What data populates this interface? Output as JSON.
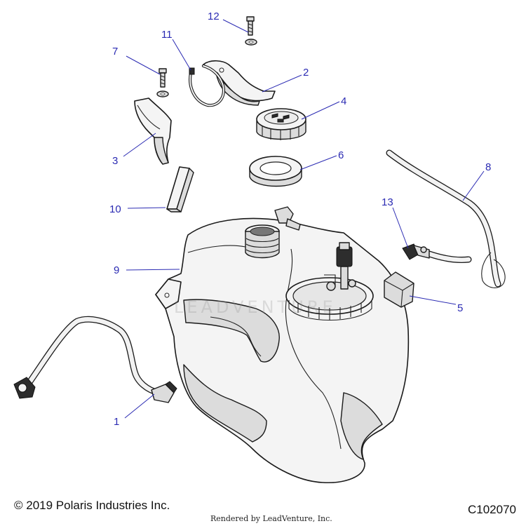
{
  "diagram": {
    "callouts": [
      {
        "id": "c1",
        "label": "1"
      },
      {
        "id": "c2",
        "label": "2"
      },
      {
        "id": "c3",
        "label": "3"
      },
      {
        "id": "c4",
        "label": "4"
      },
      {
        "id": "c5",
        "label": "5"
      },
      {
        "id": "c6",
        "label": "6"
      },
      {
        "id": "c7",
        "label": "7"
      },
      {
        "id": "c8",
        "label": "8"
      },
      {
        "id": "c9",
        "label": "9"
      },
      {
        "id": "c10",
        "label": "10"
      },
      {
        "id": "c11",
        "label": "11"
      },
      {
        "id": "c12",
        "label": "12"
      },
      {
        "id": "c13",
        "label": "13"
      }
    ],
    "callout_color": "#2b2bb3",
    "watermark": "LEADVENTURE"
  },
  "footer": {
    "copyright": "© 2019 Polaris Industries Inc.",
    "figure_id": "C102070",
    "rendered_by": "Rendered by LeadVenture, Inc."
  }
}
